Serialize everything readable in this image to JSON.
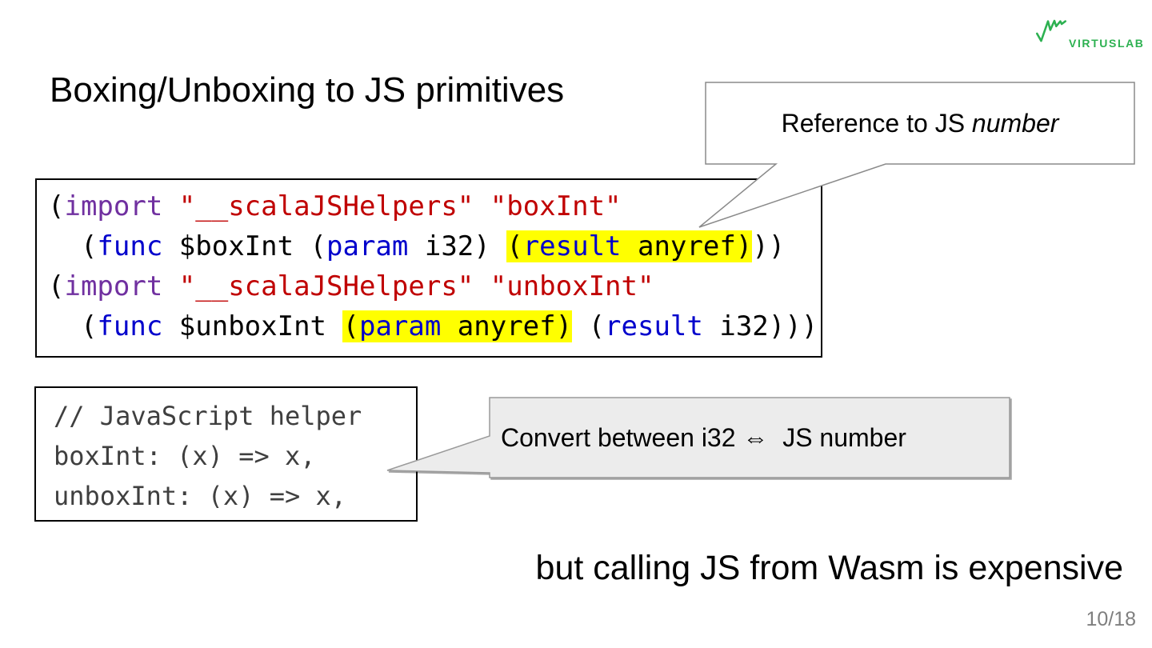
{
  "slide": {
    "title": "Boxing/Unboxing to JS primitives",
    "bottom_note": "but calling JS from Wasm is expensive",
    "page": "10/18"
  },
  "logo": {
    "text": "VIRTUSLAB"
  },
  "callouts": {
    "reference": {
      "prefix": "Reference to JS ",
      "emphasis": "number"
    },
    "convert": {
      "label": "Convert between i32 ⇔  JS number"
    }
  },
  "colors": {
    "keyword": "#0000CC",
    "import_keyword": "#7030A0",
    "string": "#C00000",
    "plain": "#000000",
    "highlight": "#FFFF00",
    "js_comment_gray": "#3F3F3F",
    "brand_green": "#2DB151",
    "page_gray": "#7F7F7F",
    "callout_fill": "#ECECEC"
  },
  "wat_code": {
    "lines": [
      [
        {
          "t": "(",
          "c": "p"
        },
        {
          "t": "import",
          "c": "i"
        },
        {
          "t": " ",
          "c": "p"
        },
        {
          "t": "\"__scalaJSHelpers\"",
          "c": "s"
        },
        {
          "t": " ",
          "c": "p"
        },
        {
          "t": "\"boxInt\"",
          "c": "s"
        }
      ],
      [
        {
          "t": "  (",
          "c": "p"
        },
        {
          "t": "func",
          "c": "k"
        },
        {
          "t": " $boxInt (",
          "c": "p"
        },
        {
          "t": "param",
          "c": "k"
        },
        {
          "t": " i32) ",
          "c": "p"
        },
        {
          "t": "(",
          "c": "p",
          "h": true
        },
        {
          "t": "result",
          "c": "k",
          "h": true
        },
        {
          "t": " anyref)",
          "c": "p",
          "h": true
        },
        {
          "t": "))",
          "c": "p"
        }
      ],
      [
        {
          "t": "(",
          "c": "p"
        },
        {
          "t": "import",
          "c": "i"
        },
        {
          "t": " ",
          "c": "p"
        },
        {
          "t": "\"__scalaJSHelpers\"",
          "c": "s"
        },
        {
          "t": " ",
          "c": "p"
        },
        {
          "t": "\"unboxInt\"",
          "c": "s"
        }
      ],
      [
        {
          "t": "  (",
          "c": "p"
        },
        {
          "t": "func",
          "c": "k"
        },
        {
          "t": " $unboxInt ",
          "c": "p"
        },
        {
          "t": "(",
          "c": "p",
          "h": true
        },
        {
          "t": "param",
          "c": "k",
          "h": true
        },
        {
          "t": " anyref)",
          "c": "p",
          "h": true
        },
        {
          "t": " (",
          "c": "p"
        },
        {
          "t": "result",
          "c": "k"
        },
        {
          "t": " i32)))",
          "c": "p"
        }
      ]
    ]
  },
  "js_code": {
    "lines": [
      [
        {
          "t": "// JavaScript helper",
          "c": "p"
        }
      ],
      [
        {
          "t": "boxInt: (x) => x,",
          "c": "p"
        }
      ],
      [
        {
          "t": "unboxInt: (x) => x,",
          "c": "p"
        }
      ]
    ]
  }
}
